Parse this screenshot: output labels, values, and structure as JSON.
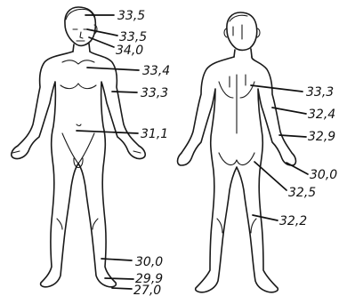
{
  "front": {
    "labels": [
      {
        "id": "forehead",
        "value": "33,5"
      },
      {
        "id": "eye",
        "value": "33,5"
      },
      {
        "id": "cheek",
        "value": "34,0"
      },
      {
        "id": "chest",
        "value": "33,4"
      },
      {
        "id": "upper-arm",
        "value": "33,3"
      },
      {
        "id": "abdomen",
        "value": "31,1"
      },
      {
        "id": "shin",
        "value": "30,0"
      },
      {
        "id": "instep",
        "value": "29,9"
      },
      {
        "id": "toes",
        "value": "27,0"
      }
    ]
  },
  "back": {
    "labels": [
      {
        "id": "upper-back",
        "value": "33,3"
      },
      {
        "id": "upper-arm",
        "value": "32,4"
      },
      {
        "id": "forearm",
        "value": "32,9"
      },
      {
        "id": "hand",
        "value": "30,0"
      },
      {
        "id": "buttock",
        "value": "32,5"
      },
      {
        "id": "calf",
        "value": "32,2"
      }
    ]
  }
}
